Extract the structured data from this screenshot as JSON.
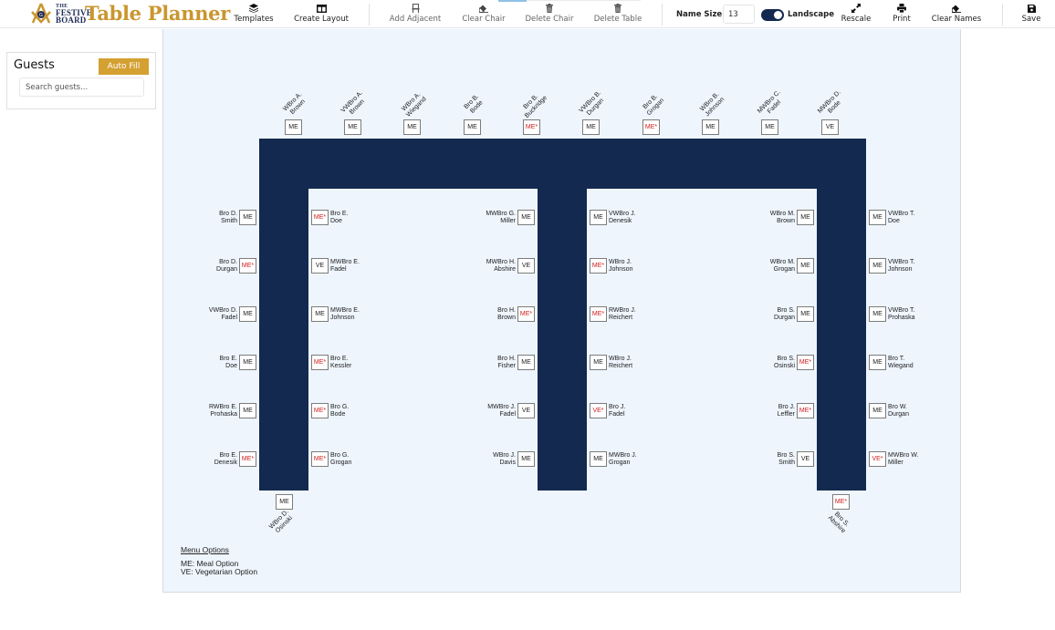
{
  "app": {
    "brand_top": "THE",
    "brand_line1": "FESTIVE",
    "brand_line2": "BOARD",
    "title": "Table Planner"
  },
  "toolbar": {
    "templates": {
      "label": "Templates",
      "icon": "layers-icon"
    },
    "create_layout": {
      "label": "Create Layout",
      "icon": "columns-icon"
    },
    "add_adjacent": {
      "label": "Add Adjacent",
      "icon": "chair-icon"
    },
    "clear_chair": {
      "label": "Clear Chair",
      "icon": "eraser-icon"
    },
    "delete_chair": {
      "label": "Delete Chair",
      "icon": "trash-icon"
    },
    "delete_table": {
      "label": "Delete Table",
      "icon": "trash-icon"
    },
    "name_size_label": "Name Size:",
    "name_size_value": "13",
    "landscape_label": "Landscape",
    "landscape_on": true,
    "rescale": {
      "label": "Rescale",
      "icon": "expand-icon"
    },
    "print": {
      "label": "Print",
      "icon": "printer-icon"
    },
    "clear_names": {
      "label": "Clear Names",
      "icon": "eraser-icon"
    },
    "save": {
      "label": "Save",
      "icon": "floppy-icon"
    }
  },
  "sidebar": {
    "title": "Guests",
    "auto_fill": "Auto Fill",
    "search_placeholder": "Search guests..."
  },
  "colors": {
    "table": "#13294f",
    "accent": "#d4a031",
    "special_meal": "#d01b1b",
    "canvas_bg": "#eef5fd"
  },
  "seating": {
    "top": [
      {
        "name1": "WBro A.",
        "name2": "Brown",
        "meal": "ME",
        "special": false
      },
      {
        "name1": "VWBro A.",
        "name2": "Brown",
        "meal": "ME",
        "special": false
      },
      {
        "name1": "WBro A.",
        "name2": "Wiegand",
        "meal": "ME",
        "special": false
      },
      {
        "name1": "Bro B.",
        "name2": "Bode",
        "meal": "ME",
        "special": false
      },
      {
        "name1": "Bro B.",
        "name2": "Buckridge",
        "meal": "ME*",
        "special": true
      },
      {
        "name1": "VWBro B.",
        "name2": "Durgan",
        "meal": "ME",
        "special": false
      },
      {
        "name1": "Bro B.",
        "name2": "Grogan",
        "meal": "ME*",
        "special": true
      },
      {
        "name1": "WBro B.",
        "name2": "Johnson",
        "meal": "ME",
        "special": false
      },
      {
        "name1": "MWBro C.",
        "name2": "Fadel",
        "meal": "ME",
        "special": false
      },
      {
        "name1": "MWBro D.",
        "name2": "Bode",
        "meal": "VE",
        "special": false
      }
    ],
    "left_outer": [
      {
        "name1": "Bro D.",
        "name2": "Smith",
        "meal": "ME",
        "special": false
      },
      {
        "name1": "Bro D.",
        "name2": "Durgan",
        "meal": "ME*",
        "special": true
      },
      {
        "name1": "VWBro D.",
        "name2": "Fadel",
        "meal": "ME",
        "special": false
      },
      {
        "name1": "Bro E.",
        "name2": "Doe",
        "meal": "ME",
        "special": false
      },
      {
        "name1": "RWBro E.",
        "name2": "Prohaska",
        "meal": "ME",
        "special": false
      },
      {
        "name1": "Bro E.",
        "name2": "Denesik",
        "meal": "ME*",
        "special": true
      }
    ],
    "left_inner": [
      {
        "name1": "Bro E.",
        "name2": "Doe",
        "meal": "ME*",
        "special": true
      },
      {
        "name1": "MWBro E.",
        "name2": "Fadel",
        "meal": "VE",
        "special": false
      },
      {
        "name1": "MWBro E.",
        "name2": "Johnson",
        "meal": "ME",
        "special": false
      },
      {
        "name1": "Bro E.",
        "name2": "Kessler",
        "meal": "ME*",
        "special": true
      },
      {
        "name1": "Bro G.",
        "name2": "Bode",
        "meal": "ME*",
        "special": true
      },
      {
        "name1": "Bro G.",
        "name2": "Grogan",
        "meal": "ME*",
        "special": true
      }
    ],
    "middle_left": [
      {
        "name1": "MWBro G.",
        "name2": "Miller",
        "meal": "ME",
        "special": false
      },
      {
        "name1": "MWBro H.",
        "name2": "Abshire",
        "meal": "VE",
        "special": false
      },
      {
        "name1": "Bro H.",
        "name2": "Brown",
        "meal": "ME*",
        "special": true
      },
      {
        "name1": "Bro H.",
        "name2": "Fisher",
        "meal": "ME",
        "special": false
      },
      {
        "name1": "MWBro J.",
        "name2": "Fadel",
        "meal": "VE",
        "special": false
      },
      {
        "name1": "WBro J.",
        "name2": "Davis",
        "meal": "ME",
        "special": false
      }
    ],
    "middle_right": [
      {
        "name1": "VWBro J.",
        "name2": "Denesik",
        "meal": "ME",
        "special": false
      },
      {
        "name1": "WBro J.",
        "name2": "Johnson",
        "meal": "ME*",
        "special": true
      },
      {
        "name1": "RWBro J.",
        "name2": "Reichert",
        "meal": "ME*",
        "special": true
      },
      {
        "name1": "WBro J.",
        "name2": "Reichert",
        "meal": "ME",
        "special": false
      },
      {
        "name1": "Bro J.",
        "name2": "Fadel",
        "meal": "VE*",
        "special": true
      },
      {
        "name1": "MWBro J.",
        "name2": "Grogan",
        "meal": "ME",
        "special": false
      }
    ],
    "right_inner": [
      {
        "name1": "WBro M.",
        "name2": "Brown",
        "meal": "ME",
        "special": false
      },
      {
        "name1": "WBro M.",
        "name2": "Grogan",
        "meal": "ME",
        "special": false
      },
      {
        "name1": "Bro S.",
        "name2": "Durgan",
        "meal": "ME",
        "special": false
      },
      {
        "name1": "Bro S.",
        "name2": "Osinski",
        "meal": "ME*",
        "special": true
      },
      {
        "name1": "Bro J.",
        "name2": "Leffler",
        "meal": "ME*",
        "special": true
      },
      {
        "name1": "Bro S.",
        "name2": "Smith",
        "meal": "VE",
        "special": false
      }
    ],
    "right_outer": [
      {
        "name1": "VWBro T.",
        "name2": "Doe",
        "meal": "ME",
        "special": false
      },
      {
        "name1": "VWBro T.",
        "name2": "Johnson",
        "meal": "ME",
        "special": false
      },
      {
        "name1": "VWBro T.",
        "name2": "Prohaska",
        "meal": "ME",
        "special": false
      },
      {
        "name1": "Bro T.",
        "name2": "Wiegand",
        "meal": "ME",
        "special": false
      },
      {
        "name1": "Bro W.",
        "name2": "Durgan",
        "meal": "ME",
        "special": false
      },
      {
        "name1": "MWBro W.",
        "name2": "Miller",
        "meal": "VE*",
        "special": true
      }
    ],
    "bottom_left": {
      "name1": "WBro D.",
      "name2": "Osinski",
      "meal": "ME",
      "special": false
    },
    "bottom_right": {
      "name1": "Bro S.",
      "name2": "Abshire",
      "meal": "ME*",
      "special": true
    }
  },
  "legend": {
    "title": "Menu Options",
    "items": [
      "ME: Meal Option",
      "VE: Vegetarian Option"
    ]
  }
}
